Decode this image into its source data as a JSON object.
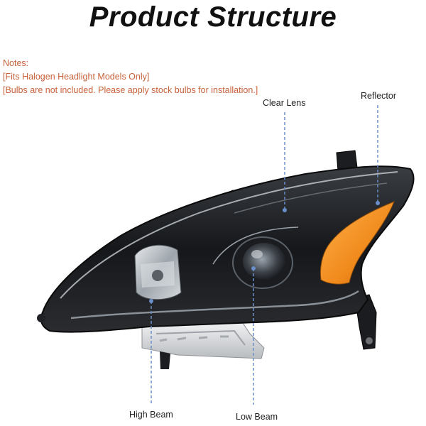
{
  "title": "Product Structure",
  "notes": {
    "heading": "Notes:",
    "lines": [
      "[Fits Halogen Headlight Models Only]",
      "[Bulbs are not included. Please apply stock bulbs for installation.]"
    ]
  },
  "callouts": {
    "clear_lens": "Clear Lens",
    "reflector": "Reflector",
    "high_beam": "High Beam",
    "low_beam": "Low Beam"
  },
  "colors": {
    "notes_text": "#c8623a",
    "callout_line": "#6a8fc8",
    "amber": "#f08a1c"
  }
}
